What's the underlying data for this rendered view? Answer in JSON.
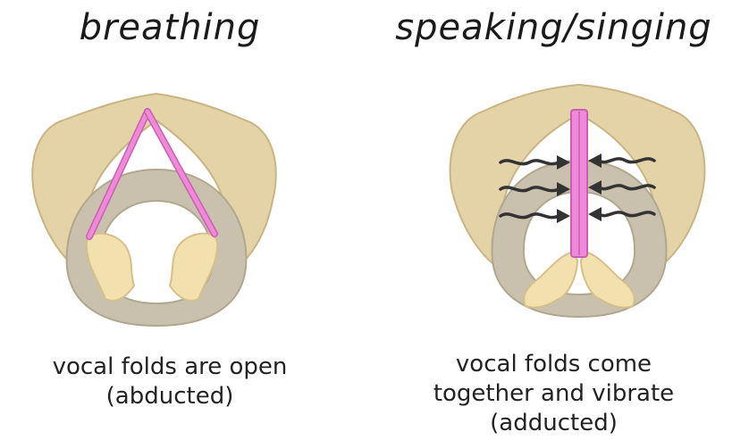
{
  "panels": {
    "breathing": {
      "title": "breathing",
      "caption_line1": "vocal folds are open",
      "caption_line2": "(abducted)"
    },
    "speaking": {
      "title": "speaking/singing",
      "caption_line1": "vocal folds come",
      "caption_line2": "together and vibrate",
      "caption_line3": "(adducted)"
    }
  },
  "colors": {
    "cartilage_outer": "#e3d3a6",
    "cartilage_ring": "#c9c1ae",
    "arytenoid": "#f2e1ae",
    "vocal_fold": "#f08ad8",
    "arrow": "#333333"
  }
}
